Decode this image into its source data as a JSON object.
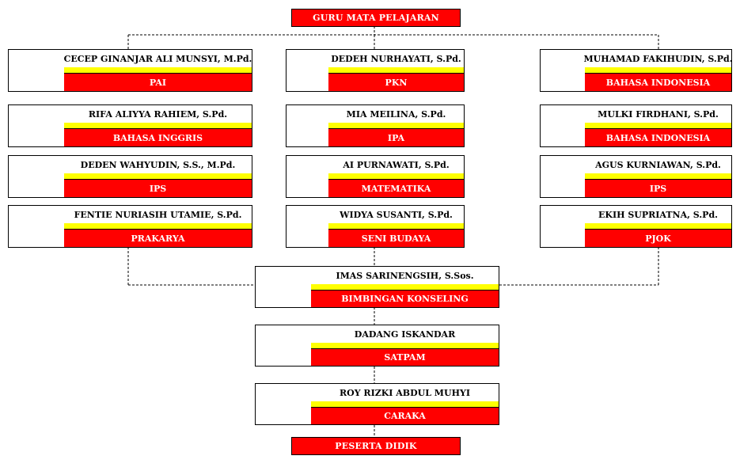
{
  "header": {
    "title": "GURU MATA PELAJARAN"
  },
  "footer": {
    "title": "PESERTA DIDIK"
  },
  "colors": {
    "accent": "#ff0000",
    "band": "#ffff00",
    "border": "#000000"
  },
  "teachers": {
    "left": [
      {
        "name": "CECEP GINANJAR ALI MUNSYI, M.Pd.",
        "subject": "PAI"
      },
      {
        "name": "RIFA ALIYYA RAHIEM, S.Pd.",
        "subject": "BAHASA INGGRIS"
      },
      {
        "name": "DEDEN WAHYUDIN, S.S., M.Pd.",
        "subject": "IPS"
      },
      {
        "name": "FENTIE NURIASIH UTAMIE, S.Pd.",
        "subject": "PRAKARYA"
      }
    ],
    "center": [
      {
        "name": "DEDEH NURHAYATI, S.Pd.",
        "subject": "PKN"
      },
      {
        "name": "MIA MEILINA, S.Pd.",
        "subject": "IPA"
      },
      {
        "name": "AI PURNAWATI, S.Pd.",
        "subject": "MATEMATIKA"
      },
      {
        "name": "WIDYA SUSANTI, S.Pd.",
        "subject": "SENI BUDAYA"
      }
    ],
    "right": [
      {
        "name": "MUHAMAD FAKIHUDIN, S.Pd.",
        "subject": "BAHASA INDONESIA"
      },
      {
        "name": "MULKI FIRDHANI, S.Pd.",
        "subject": "BAHASA INDONESIA"
      },
      {
        "name": "AGUS KURNIAWAN, S.Pd.",
        "subject": "IPS"
      },
      {
        "name": "EKIH SUPRIATNA, S.Pd.",
        "subject": "PJOK"
      }
    ]
  },
  "staff": [
    {
      "name": "IMAS SARINENGSIH, S.Sos.",
      "subject": "BIMBINGAN KONSELING"
    },
    {
      "name": "DADANG ISKANDAR",
      "subject": "SATPAM"
    },
    {
      "name": "ROY RIZKI ABDUL MUHYI",
      "subject": "CARAKA"
    }
  ]
}
